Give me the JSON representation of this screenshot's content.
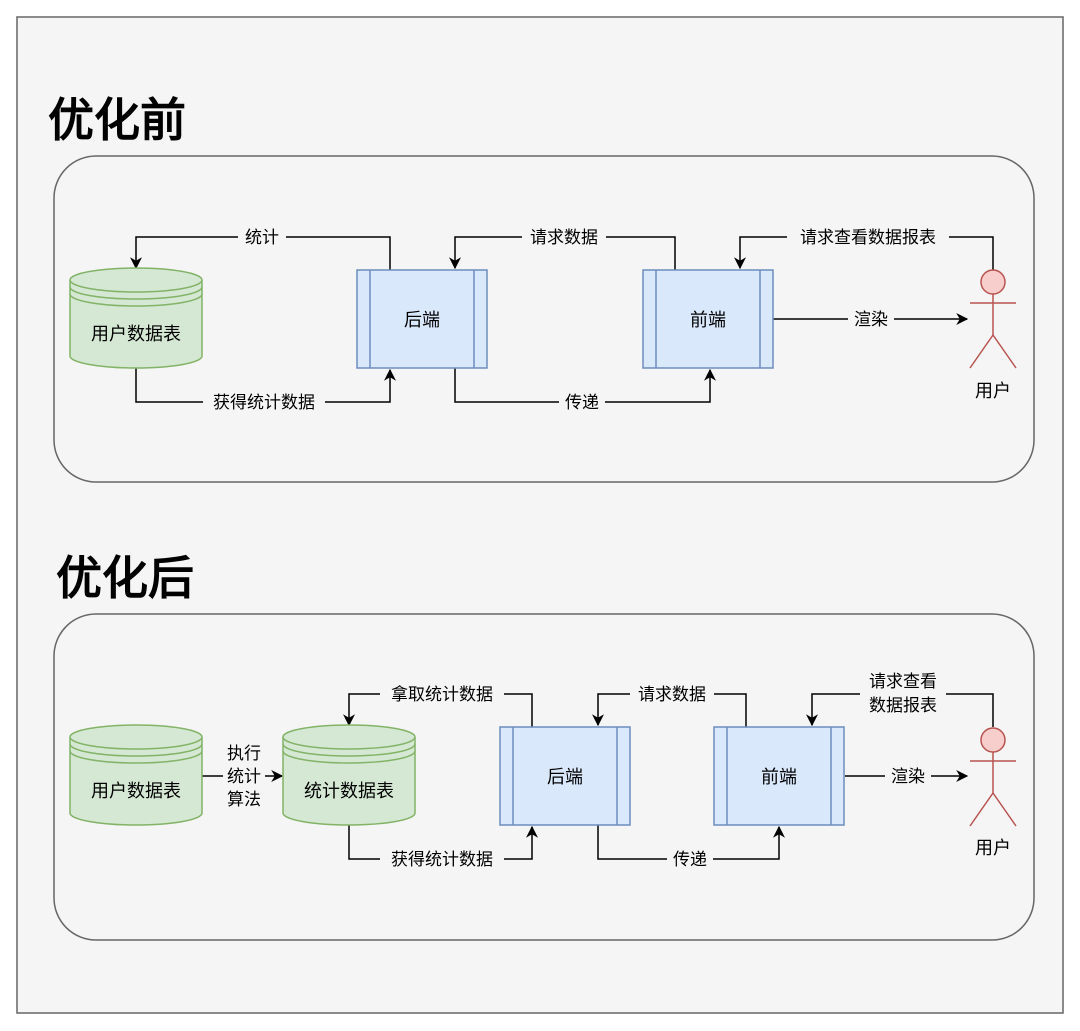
{
  "colors": {
    "page_background": "#f5f5f5",
    "frame_border": "#666666",
    "db_fill": "#d5e8d4",
    "db_stroke": "#82b366",
    "process_fill": "#dae8fc",
    "process_stroke": "#6c8ebf",
    "actor_fill": "#f8cecc",
    "actor_stroke": "#b85450"
  },
  "before": {
    "title": "优化前",
    "db_user_table": "用户数据表",
    "backend": "后端",
    "frontend": "前端",
    "user": "用户",
    "edge_stats": "统计",
    "edge_get_stats": "获得统计数据",
    "edge_request_data": "请求数据",
    "edge_pass": "传递",
    "edge_request_report": "请求查看数据报表",
    "edge_render": "渲染"
  },
  "after": {
    "title": "优化后",
    "db_user_table": "用户数据表",
    "exec_line1": "执行",
    "exec_line2": "统计",
    "exec_line3": "算法",
    "db_stats_table": "统计数据表",
    "edge_fetch_stats": "拿取统计数据",
    "edge_get_stats": "获得统计数据",
    "backend": "后端",
    "frontend": "前端",
    "edge_request_data": "请求数据",
    "edge_pass": "传递",
    "edge_request_report_line1": "请求查看",
    "edge_request_report_line2": "数据报表",
    "edge_render": "渲染",
    "user": "用户"
  }
}
